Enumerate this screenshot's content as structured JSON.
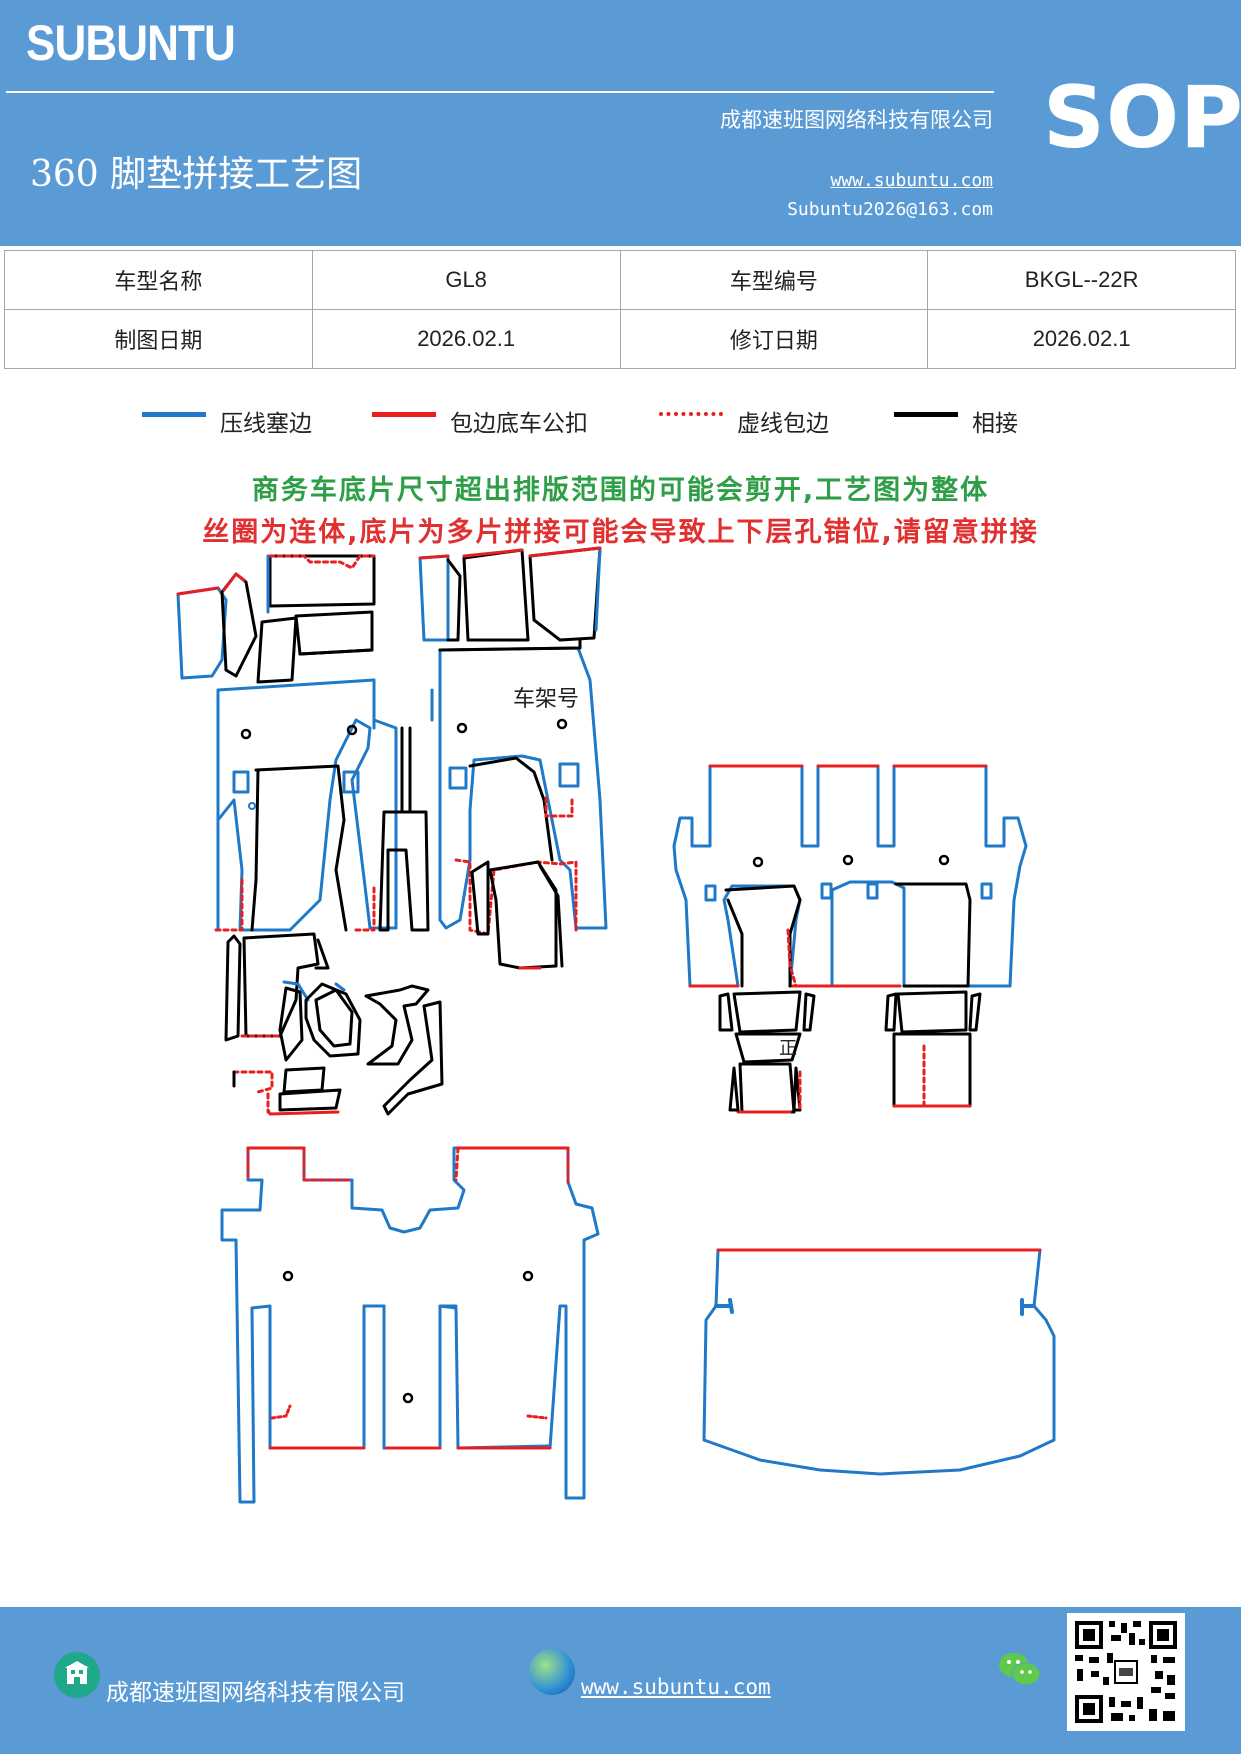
{
  "header": {
    "brand": "SUBUNTU",
    "title": "360 脚垫拼接工艺图",
    "company": "成都速班图网络科技有限公司",
    "website": "www.subuntu.com",
    "email": "Subuntu2026@163.com",
    "badge": "SOP"
  },
  "info": {
    "model_name_label": "车型名称",
    "model_name": "GL8",
    "model_code_label": "车型编号",
    "model_code": "BKGL--22R",
    "draw_date_label": "制图日期",
    "draw_date": "2026.02.1",
    "revise_date_label": "修订日期",
    "revise_date": "2026.02.1"
  },
  "legend": [
    {
      "label": "压线塞边",
      "color": "#1f78c8",
      "style": "solid"
    },
    {
      "label": "包边底车公扣",
      "color": "#e62020",
      "style": "solid"
    },
    {
      "label": "虚线包边",
      "color": "#e62020",
      "style": "dotted"
    },
    {
      "label": "相接",
      "color": "#000000",
      "style": "solid"
    }
  ],
  "notes": {
    "line1": "商务车底片尺寸超出排版范围的可能会剪开,工艺图为整体",
    "line2": "丝圈为连体,底片为多片拼接可能会导致上下层孔错位,请留意拼接"
  },
  "drawing": {
    "frame_label": "车架号",
    "small_mark": "正"
  },
  "colors": {
    "header_bg": "#5b9bd5",
    "blue_edge": "#1f78c8",
    "red_edge": "#e62020",
    "black_edge": "#000000",
    "note_green": "#2e9e47",
    "note_red": "#e03030"
  },
  "footer": {
    "company": "成都速班图网络科技有限公司",
    "website": "www.subuntu.com"
  }
}
